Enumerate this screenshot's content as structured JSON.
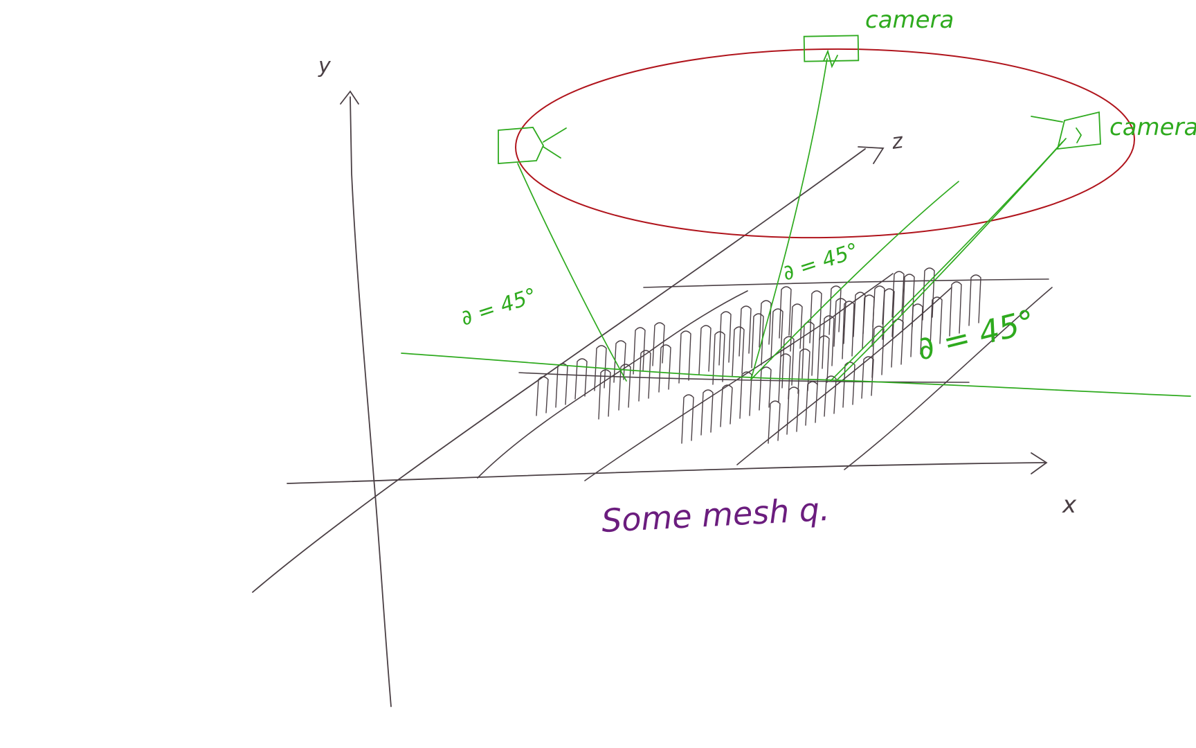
{
  "colors": {
    "axis": "#4a3f44",
    "orbit": "#b0141c",
    "camera": "#2eaa1e",
    "mesh": "#4a3f44",
    "note": "#6b1d7e"
  },
  "axes": {
    "x_label": "x",
    "y_label": "y",
    "z_label": "z"
  },
  "cameras": [
    {
      "label": "camera"
    },
    {
      "label": ""
    },
    {
      "label": "camera"
    }
  ],
  "angles": [
    {
      "label": "∂ = 45°"
    },
    {
      "label": "∂ = 45°"
    },
    {
      "label": "∂ = 45°"
    }
  ],
  "mesh_note": "Some mesh q."
}
